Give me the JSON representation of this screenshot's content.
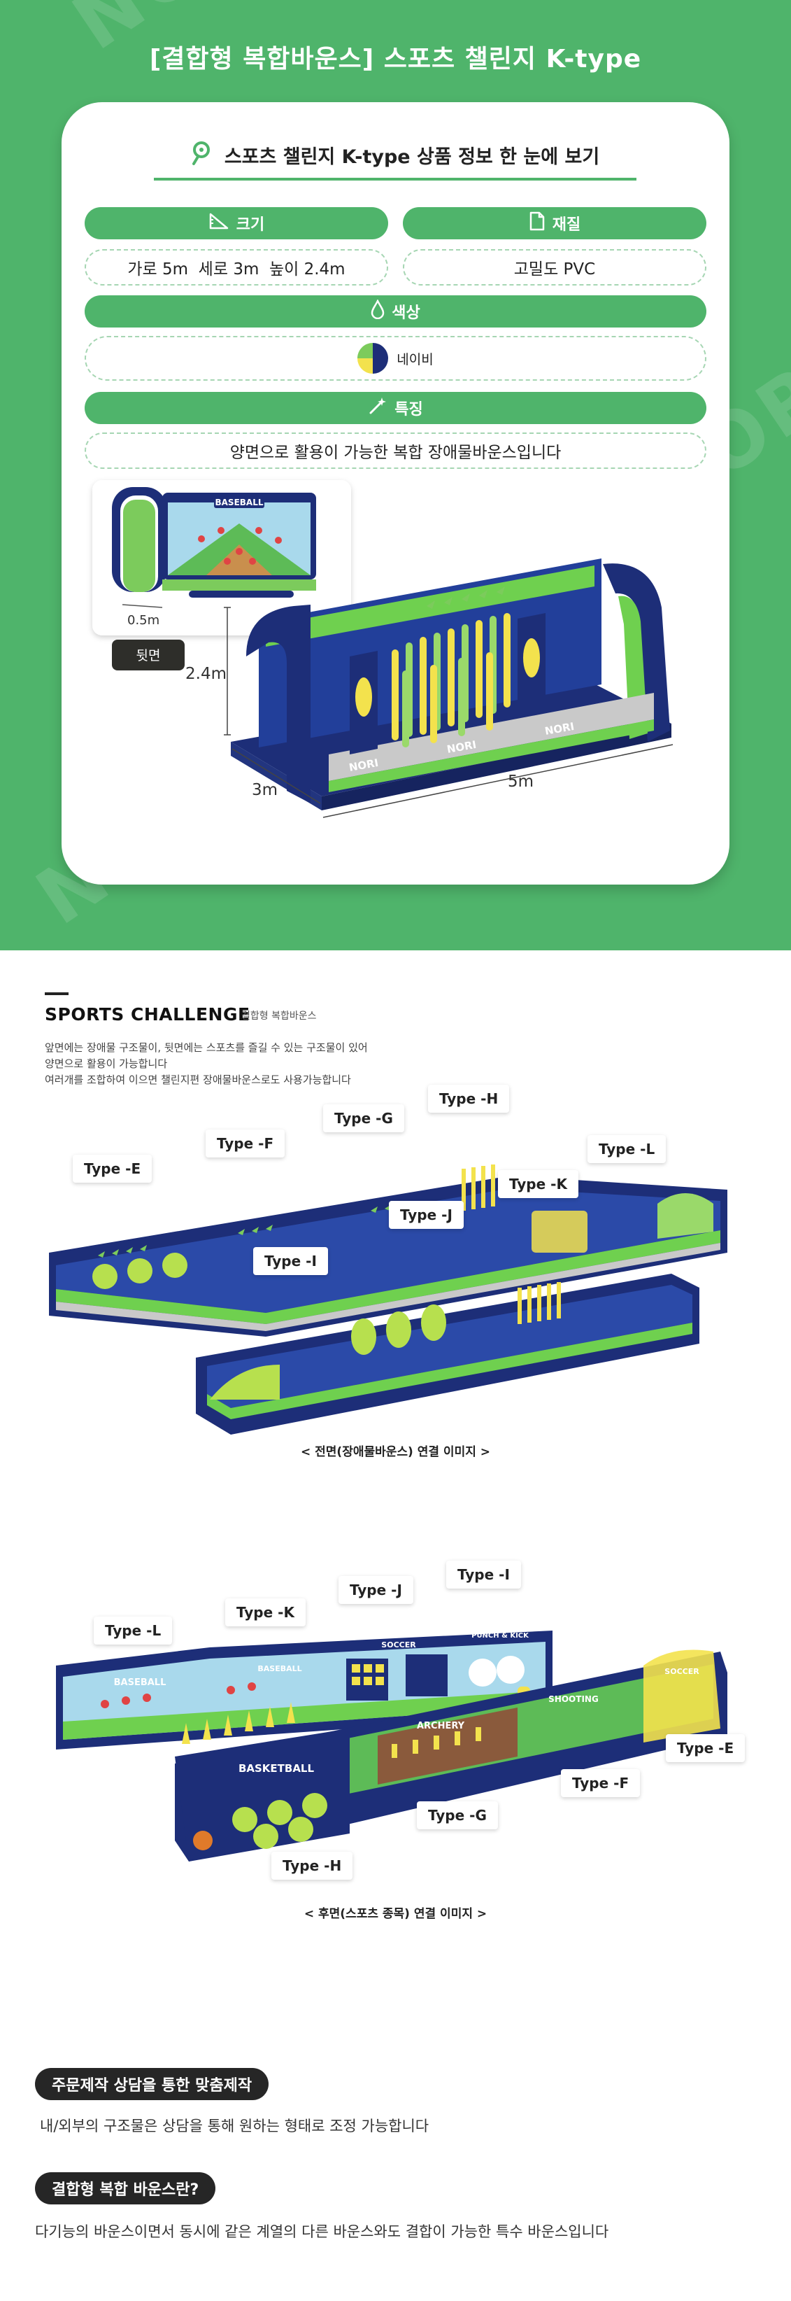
{
  "hero": {
    "title": "[결합형 복합바운스] 스포츠 챌린지 K-type",
    "watermark": "NORI + NORI + NORI",
    "card": {
      "heading": "스포츠 챌린지 K-type 상품 정보 한 눈에 보기",
      "size": {
        "label": "크기",
        "value": "가로 5m  세로 3m  높이 2.4m",
        "icon": "ruler-icon"
      },
      "material": {
        "label": "재질",
        "value": "고밀도 PVC",
        "icon": "document-icon"
      },
      "color": {
        "label": "색상",
        "value": "네이비",
        "icon": "droplet-icon"
      },
      "feature": {
        "label": "특징",
        "value": "양면으로 활용이 가능한 복합 장애물바운스입니다",
        "icon": "magic-wand-icon"
      },
      "illustration": {
        "back_label": "뒷면",
        "back_depth": "0.5m",
        "back_sign": "BASEBALL",
        "height": "2.4m",
        "depth": "3m",
        "width": "5m",
        "brand": "NORI"
      }
    }
  },
  "sports": {
    "title": "SPORTS CHALLENGE",
    "subtitle": "결합형 복합바운스",
    "desc": [
      "앞면에는 장애물 구조물이, 뒷면에는 스포츠를 즐길 수 있는 구조물이 있어",
      "양면으로 활용이 가능합니다",
      "여러개를 조합하여 이으면 챌린지편 장애물바운스로도 사용가능합니다"
    ],
    "front": {
      "tags": [
        "Type -E",
        "Type -F",
        "Type -G",
        "Type -H",
        "Type -L",
        "Type -K",
        "Type -J",
        "Type -I"
      ],
      "caption": "< 전면(장애물바운스) 연결 이미지 >"
    },
    "back": {
      "tags": [
        "Type -L",
        "Type -K",
        "Type -J",
        "Type -I",
        "Type -E",
        "Type -F",
        "Type -G",
        "Type -H"
      ],
      "signs": [
        "BASEBALL",
        "BASEBALL",
        "SOCCER",
        "PUNCH & KICK",
        "SOCCER",
        "SHOOTING",
        "ARCHERY",
        "BASKETBALL"
      ],
      "caption": "< 후면(스포츠 종목) 연결 이미지 >"
    }
  },
  "info": {
    "custom_badge": "주문제작 상담을 통한 맞춤제작",
    "custom_text": "내/외부의 구조물은 상담을 통해 원하는 형태로 조정 가능합니다",
    "combo_badge": "결합형 복합 바운스란?",
    "combo_text": "다기능의 바운스이면서 동시에 같은 계열의 다른 바운스와도 결합이 가능한 특수 바운스입니다"
  },
  "colors": {
    "green": "#4fb46b",
    "navy": "#1d2e78",
    "lime": "#7ccb5c",
    "yellow": "#f3e24d",
    "dark": "#262626"
  }
}
